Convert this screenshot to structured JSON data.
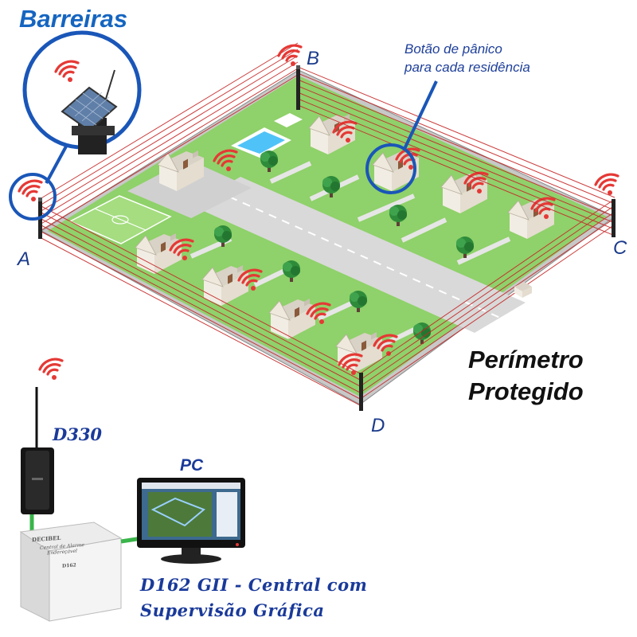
{
  "labels": {
    "barreiras": "Barreiras",
    "corner_a": "A",
    "corner_b": "B",
    "corner_c": "C",
    "corner_d": "D",
    "panic_line1": "Botão de pânico",
    "panic_line2": "para cada residência",
    "perimetro_line1": "Perímetro",
    "perimetro_line2": "Protegido",
    "d330": "D330",
    "pc": "PC",
    "central_line1": "D162 GII - Central com",
    "central_line2": "Supervisão Gráfica"
  },
  "central_box": {
    "brand": "DECIBEL",
    "subtitle_line1": "Central de Alarme",
    "subtitle_line2": "Endereçável",
    "model": "D162"
  },
  "colors": {
    "label_blue": "#1565c0",
    "callout_blue": "#1a56b8",
    "fence_red": "#c62828",
    "wifi_red": "#e53935",
    "grass": "#8fd16a",
    "road": "#d9d9d9",
    "cable_green": "#39b54a"
  },
  "icons": [
    "wifi-icon",
    "solar-panel-icon",
    "house-icon",
    "tree-icon",
    "monitor-icon",
    "antenna-icon"
  ]
}
